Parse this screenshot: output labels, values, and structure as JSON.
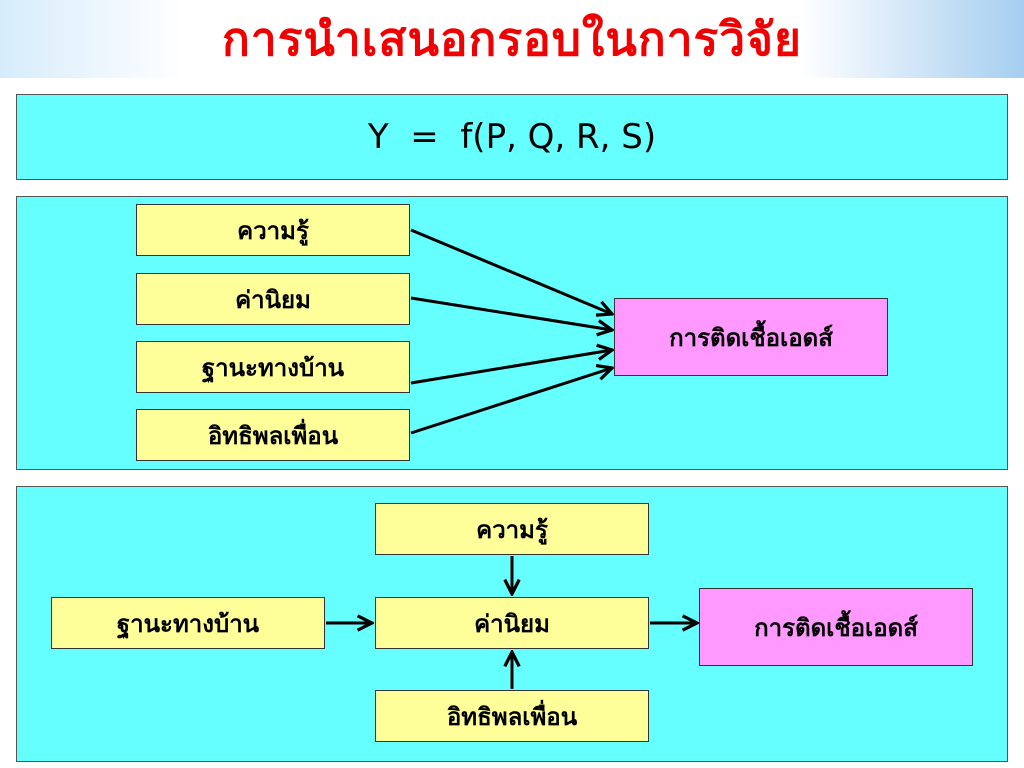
{
  "title": "การนำเสนอกรอบในการวิจัย",
  "formula": "Y  =  f(P, Q, R, S)",
  "diagram1": {
    "inputs": [
      "ความรู้",
      "ค่านิยม",
      "ฐานะทางบ้าน",
      "อิทธิพลเพื่อน"
    ],
    "output": "การติดเชื้อเอดส์"
  },
  "diagram2": {
    "top": "ความรู้",
    "left": "ฐานะทางบ้าน",
    "center": "ค่านิยม",
    "bottom": "อิทธิพลเพื่อน",
    "output": "การติดเชื้อเอดส์"
  },
  "colors": {
    "title": "#f00000",
    "panel": "#66ffff",
    "box_yellow": "#ffff99",
    "box_pink": "#ff99ff"
  }
}
